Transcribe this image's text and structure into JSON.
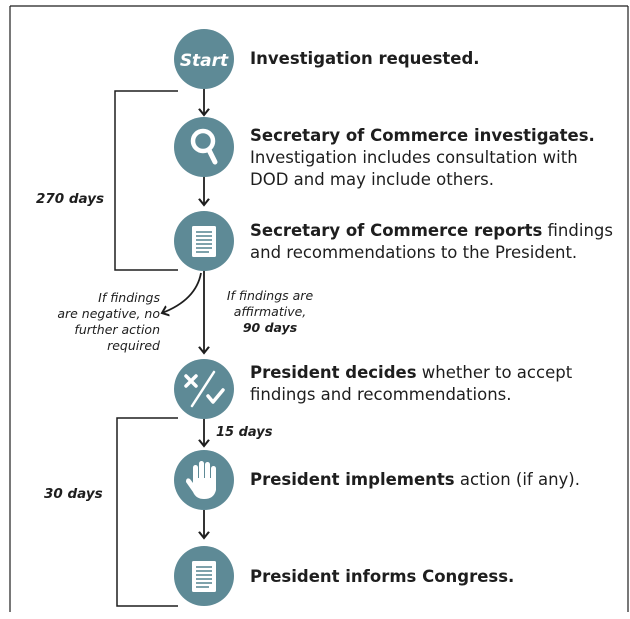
{
  "steps": [
    {
      "bold": "Investigation requested.",
      "rest": "",
      "icon": "start-icon",
      "icon_text": "Start"
    },
    {
      "bold": "Secretary of Commerce investigates.",
      "rest": "Investigation includes consultation with",
      "rest2": "DOD and may include others.",
      "icon": "magnifier-icon"
    },
    {
      "bold": "Secretary of Commerce reports",
      "rest": " findings",
      "rest2": "and recommendations to the President.",
      "icon": "document-icon"
    },
    {
      "bold": "President decides",
      "rest": " whether to accept",
      "rest2": "findings and recommendations.",
      "icon": "check-x-icon"
    },
    {
      "bold": "President implements",
      "rest": " action (if any).",
      "icon": "hand-icon"
    },
    {
      "bold": "President informs Congress.",
      "rest": "",
      "icon": "document-icon"
    }
  ],
  "brackets": [
    {
      "label": "270 days"
    },
    {
      "label": "30 days"
    }
  ],
  "branches": {
    "negative": [
      "If findings",
      "are negative, no",
      "further action",
      "required"
    ],
    "affirmative": [
      "If findings are",
      "affirmative,"
    ],
    "affirmative_days": "90 days"
  },
  "short_gap_label": "15 days",
  "colors": {
    "icon_fill": "#5e8a96",
    "line": "#1e1e1e",
    "border": "#1e1e1e"
  }
}
